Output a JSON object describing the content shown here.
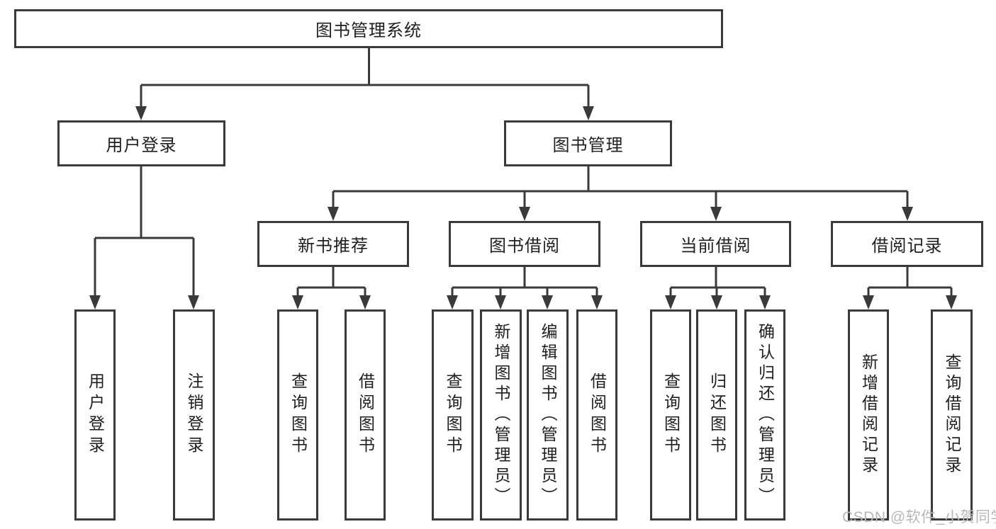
{
  "tree": {
    "label": "图书管理系统",
    "children": [
      {
        "label": "用户登录",
        "children": [
          {
            "label": "用户登录"
          },
          {
            "label": "注销登录"
          }
        ]
      },
      {
        "label": "图书管理",
        "children": [
          {
            "label": "新书推荐",
            "children": [
              {
                "label": "查询图书"
              },
              {
                "label": "借阅图书"
              }
            ]
          },
          {
            "label": "图书借阅",
            "children": [
              {
                "label": "查询图书"
              },
              {
                "label": "新增图书（管理员）"
              },
              {
                "label": "编辑图书（管理员）"
              },
              {
                "label": "借阅图书"
              }
            ]
          },
          {
            "label": "当前借阅",
            "children": [
              {
                "label": "查询图书"
              },
              {
                "label": "归还图书"
              },
              {
                "label": "确认归还（管理员）"
              }
            ]
          },
          {
            "label": "借阅记录",
            "children": [
              {
                "label": "新增借阅记录"
              },
              {
                "label": "查询借阅记录"
              }
            ]
          }
        ]
      }
    ]
  },
  "watermark": "CSDN @软件_小贺同学",
  "colors": {
    "line": "#3a3a3a",
    "box_border": "#3a3a3a",
    "text": "#1f1f1f",
    "watermark": "#b8b8b8",
    "background": "#ffffff"
  }
}
